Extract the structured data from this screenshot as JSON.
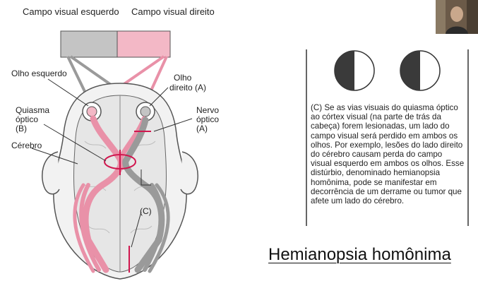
{
  "labels": {
    "left_field": "Campo visual esquerdo",
    "right_field": "Campo visual direito",
    "left_eye": "Olho esquerdo",
    "right_eye_1": "Olho",
    "right_eye_2": "direito (A)",
    "chiasm_1": "Quiasma",
    "chiasm_2": "óptico",
    "chiasm_3": "(B)",
    "brain": "Cérebro",
    "optic_nerve_1": "Nervo",
    "optic_nerve_2": "óptico",
    "optic_nerve_3": "(A)",
    "lesion_c": "(C)"
  },
  "caption": "(C) Se as vias visuais do quiasma óptico ao córtex visual (na parte de trás da cabeça) forem lesionadas, um lado do campo visual será perdido em ambos os olhos. Por exemplo, lesões do lado direito do cérebro causam perda do campo visual esquerdo em ambos os olhos. Esse distúrbio, denominado hemianopsia homônima, pode se manifestar em decorrência de um derrame ou tumor que afete um lado do cérebro.",
  "title": "Hemianopsia homônima",
  "colors": {
    "pink": "#f3b8c6",
    "pink_dark": "#e0708c",
    "gray": "#c4c4c4",
    "lesion_red": "#d0164e",
    "field_dark": "#3a3a3a"
  },
  "icons": {
    "visual_field_left_eye": "half-dark-circle-icon",
    "visual_field_right_eye": "half-dark-circle-icon"
  }
}
